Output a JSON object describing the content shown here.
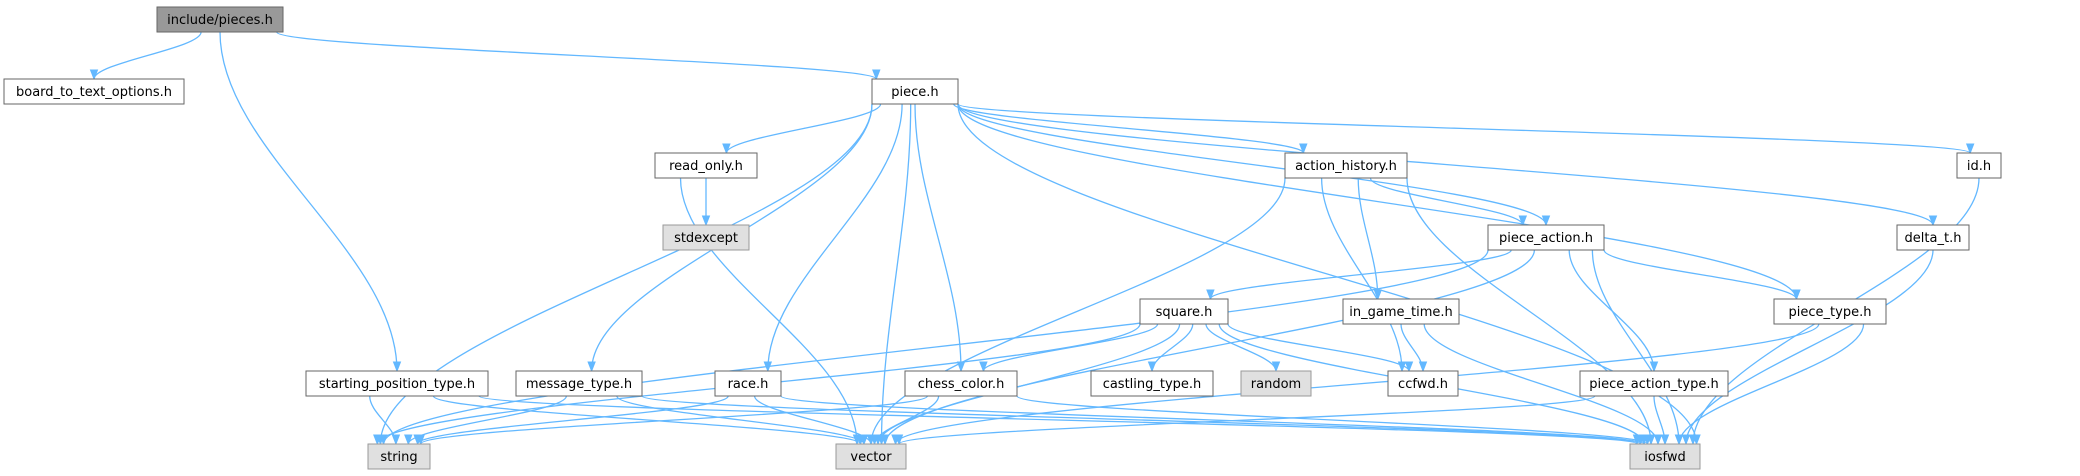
{
  "colors": {
    "edge": "#63b8ff",
    "root_fill": "#999999",
    "root_stroke": "#666666",
    "node_fill": "#ffffff",
    "node_stroke": "#666666",
    "external_fill": "#e0e0e0",
    "external_stroke": "#999999"
  },
  "nodes": [
    {
      "id": "pieces_h",
      "label": "include/pieces.h",
      "kind": "root"
    },
    {
      "id": "board_to_text_options_h",
      "label": "board_to_text_options.h",
      "kind": "file"
    },
    {
      "id": "piece_h",
      "label": "piece.h",
      "kind": "file"
    },
    {
      "id": "starting_position_type_h",
      "label": "starting_position_type.h",
      "kind": "file"
    },
    {
      "id": "read_only_h",
      "label": "read_only.h",
      "kind": "file"
    },
    {
      "id": "stdexcept",
      "label": "stdexcept",
      "kind": "external"
    },
    {
      "id": "action_history_h",
      "label": "action_history.h",
      "kind": "file"
    },
    {
      "id": "id_h",
      "label": "id.h",
      "kind": "file"
    },
    {
      "id": "delta_t_h",
      "label": "delta_t.h",
      "kind": "file"
    },
    {
      "id": "piece_action_h",
      "label": "piece_action.h",
      "kind": "file"
    },
    {
      "id": "square_h",
      "label": "square.h",
      "kind": "file"
    },
    {
      "id": "in_game_time_h",
      "label": "in_game_time.h",
      "kind": "file"
    },
    {
      "id": "piece_type_h",
      "label": "piece_type.h",
      "kind": "file"
    },
    {
      "id": "message_type_h",
      "label": "message_type.h",
      "kind": "file"
    },
    {
      "id": "race_h",
      "label": "race.h",
      "kind": "file"
    },
    {
      "id": "chess_color_h",
      "label": "chess_color.h",
      "kind": "file"
    },
    {
      "id": "castling_type_h",
      "label": "castling_type.h",
      "kind": "file"
    },
    {
      "id": "random",
      "label": "random",
      "kind": "external"
    },
    {
      "id": "ccfwd_h",
      "label": "ccfwd.h",
      "kind": "file"
    },
    {
      "id": "piece_action_type_h",
      "label": "piece_action_type.h",
      "kind": "file"
    },
    {
      "id": "string",
      "label": "string",
      "kind": "external"
    },
    {
      "id": "vector",
      "label": "vector",
      "kind": "external"
    },
    {
      "id": "iosfwd",
      "label": "iosfwd",
      "kind": "external"
    }
  ],
  "edges": [
    {
      "from": "pieces_h",
      "to": "board_to_text_options_h"
    },
    {
      "from": "pieces_h",
      "to": "piece_h"
    },
    {
      "from": "pieces_h",
      "to": "starting_position_type_h"
    },
    {
      "from": "piece_h",
      "to": "read_only_h"
    },
    {
      "from": "piece_h",
      "to": "action_history_h"
    },
    {
      "from": "piece_h",
      "to": "id_h"
    },
    {
      "from": "piece_h",
      "to": "delta_t_h"
    },
    {
      "from": "piece_h",
      "to": "piece_action_h"
    },
    {
      "from": "piece_h",
      "to": "piece_type_h"
    },
    {
      "from": "piece_h",
      "to": "message_type_h"
    },
    {
      "from": "piece_h",
      "to": "race_h"
    },
    {
      "from": "piece_h",
      "to": "chess_color_h"
    },
    {
      "from": "piece_h",
      "to": "string"
    },
    {
      "from": "piece_h",
      "to": "vector"
    },
    {
      "from": "piece_h",
      "to": "iosfwd"
    },
    {
      "from": "read_only_h",
      "to": "stdexcept"
    },
    {
      "from": "read_only_h",
      "to": "vector"
    },
    {
      "from": "action_history_h",
      "to": "piece_action_h"
    },
    {
      "from": "action_history_h",
      "to": "in_game_time_h"
    },
    {
      "from": "action_history_h",
      "to": "ccfwd_h"
    },
    {
      "from": "action_history_h",
      "to": "vector"
    },
    {
      "from": "action_history_h",
      "to": "iosfwd"
    },
    {
      "from": "id_h",
      "to": "iosfwd"
    },
    {
      "from": "delta_t_h",
      "to": "iosfwd"
    },
    {
      "from": "piece_action_h",
      "to": "square_h"
    },
    {
      "from": "piece_action_h",
      "to": "piece_type_h"
    },
    {
      "from": "piece_action_h",
      "to": "piece_action_type_h"
    },
    {
      "from": "piece_action_h",
      "to": "string"
    },
    {
      "from": "piece_action_h",
      "to": "vector"
    },
    {
      "from": "piece_action_h",
      "to": "iosfwd"
    },
    {
      "from": "square_h",
      "to": "chess_color_h"
    },
    {
      "from": "square_h",
      "to": "castling_type_h"
    },
    {
      "from": "square_h",
      "to": "random"
    },
    {
      "from": "square_h",
      "to": "ccfwd_h"
    },
    {
      "from": "square_h",
      "to": "string"
    },
    {
      "from": "square_h",
      "to": "vector"
    },
    {
      "from": "square_h",
      "to": "iosfwd"
    },
    {
      "from": "in_game_time_h",
      "to": "ccfwd_h"
    },
    {
      "from": "in_game_time_h",
      "to": "iosfwd"
    },
    {
      "from": "piece_type_h",
      "to": "vector"
    },
    {
      "from": "piece_type_h",
      "to": "iosfwd"
    },
    {
      "from": "piece_action_type_h",
      "to": "vector"
    },
    {
      "from": "piece_action_type_h",
      "to": "iosfwd"
    },
    {
      "from": "starting_position_type_h",
      "to": "string"
    },
    {
      "from": "starting_position_type_h",
      "to": "vector"
    },
    {
      "from": "starting_position_type_h",
      "to": "iosfwd"
    },
    {
      "from": "message_type_h",
      "to": "string"
    },
    {
      "from": "message_type_h",
      "to": "vector"
    },
    {
      "from": "message_type_h",
      "to": "iosfwd"
    },
    {
      "from": "race_h",
      "to": "string"
    },
    {
      "from": "race_h",
      "to": "vector"
    },
    {
      "from": "race_h",
      "to": "iosfwd"
    },
    {
      "from": "chess_color_h",
      "to": "string"
    },
    {
      "from": "chess_color_h",
      "to": "vector"
    },
    {
      "from": "chess_color_h",
      "to": "iosfwd"
    }
  ]
}
